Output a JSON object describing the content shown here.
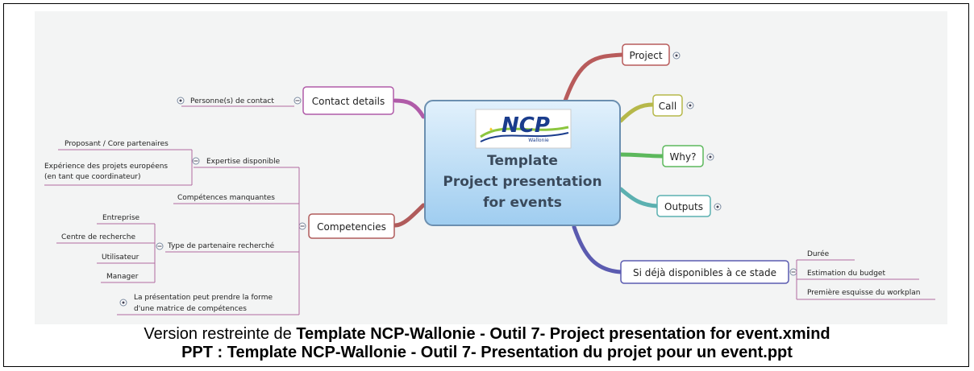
{
  "central": {
    "logo_text": "NCP",
    "logo_subtext": "Wallonie",
    "title_lines": [
      "Template",
      "Project presentation",
      "for events"
    ]
  },
  "right_topics": {
    "project": "Project",
    "call": "Call",
    "why": "Why?",
    "outputs": "Outputs",
    "si_deja": "Si déjà disponibles à ce stade",
    "si_deja_children": [
      "Durée",
      "Estimation du budget",
      "Première esquisse du workplan"
    ]
  },
  "left_topics": {
    "contact": "Contact details",
    "contact_child": "Personne(s) de contact",
    "competencies": "Competencies",
    "expertise": "Expertise disponible",
    "expertise_children": [
      "Proposant / Core partenaires",
      "Expérience des projets européens",
      "(en tant que coordinateur)"
    ],
    "competences_manquantes": "Compétences manquantes",
    "type_partenaire": "Type de partenaire recherché",
    "type_partenaire_children": [
      "Entreprise",
      "Centre de recherche",
      "Utilisateur",
      "Manager"
    ],
    "presentation_note": [
      "La présentation peut prendre la forme",
      "d'une matrice de compétences"
    ]
  },
  "caption": {
    "line1_prefix": "Version restreinte de ",
    "line1_bold": "Template NCP-Wallonie - Outil 7- Project presentation for event.xmind",
    "line2": "PPT : Template NCP-Wallonie - Outil 7- Presentation du projet pour un event.ppt"
  },
  "colors": {
    "central_fill_top": "#d8ecfb",
    "central_fill_bottom": "#9fcdf0",
    "central_border": "#6b8fb0",
    "project_branch": "#b85b5b",
    "call_branch": "#b6b84a",
    "why_branch": "#5cb85c",
    "outputs_branch": "#5bb0b0",
    "si_deja_branch": "#5b5bb0",
    "contact_branch": "#b05ba8",
    "competencies_branch": "#b05b5b",
    "topic_border": "#b07090"
  }
}
